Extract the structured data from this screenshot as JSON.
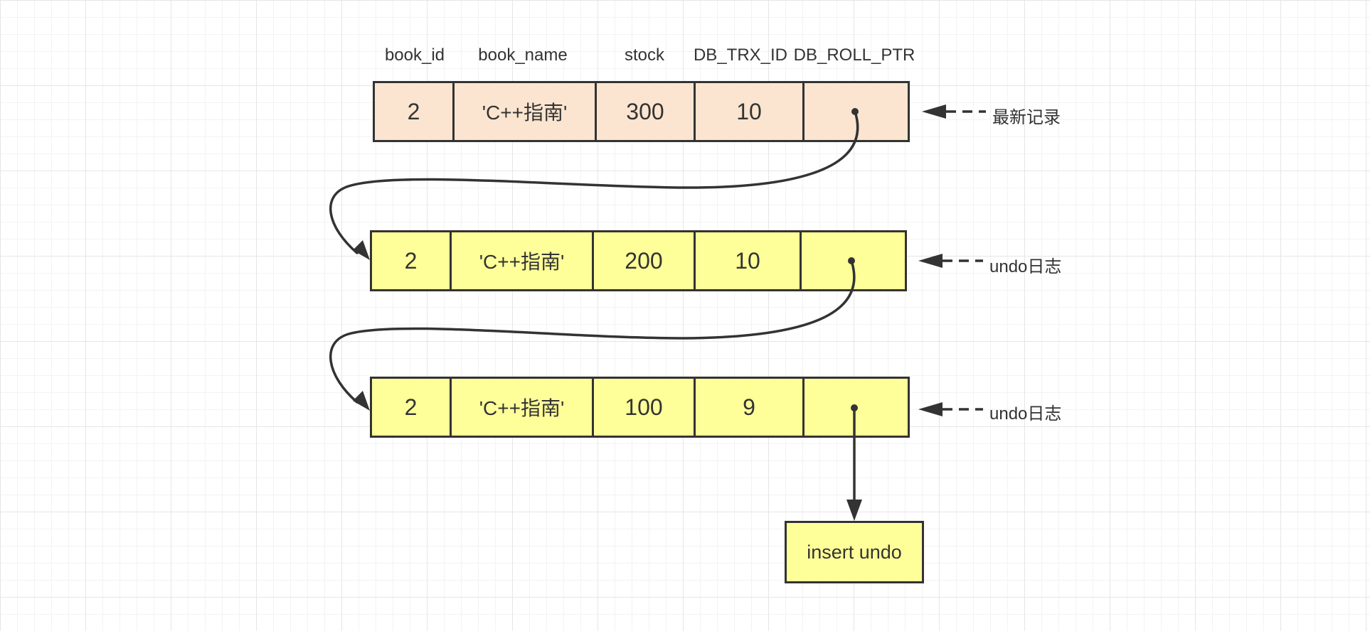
{
  "columns": [
    "book_id",
    "book_name",
    "stock",
    "DB_TRX_ID",
    "DB_ROLL_PTR"
  ],
  "records": [
    {
      "book_id": "2",
      "book_name": "'C++指南'",
      "stock": "300",
      "trx_id": "10",
      "label": "最新记录"
    },
    {
      "book_id": "2",
      "book_name": "'C++指南'",
      "stock": "200",
      "trx_id": "10",
      "label": "undo日志"
    },
    {
      "book_id": "2",
      "book_name": "'C++指南'",
      "stock": "100",
      "trx_id": "9",
      "label": "undo日志"
    }
  ],
  "insert_undo": "insert undo",
  "colors": {
    "latest": "#fbe5d0",
    "undo": "#ffff99",
    "line": "#333333"
  }
}
